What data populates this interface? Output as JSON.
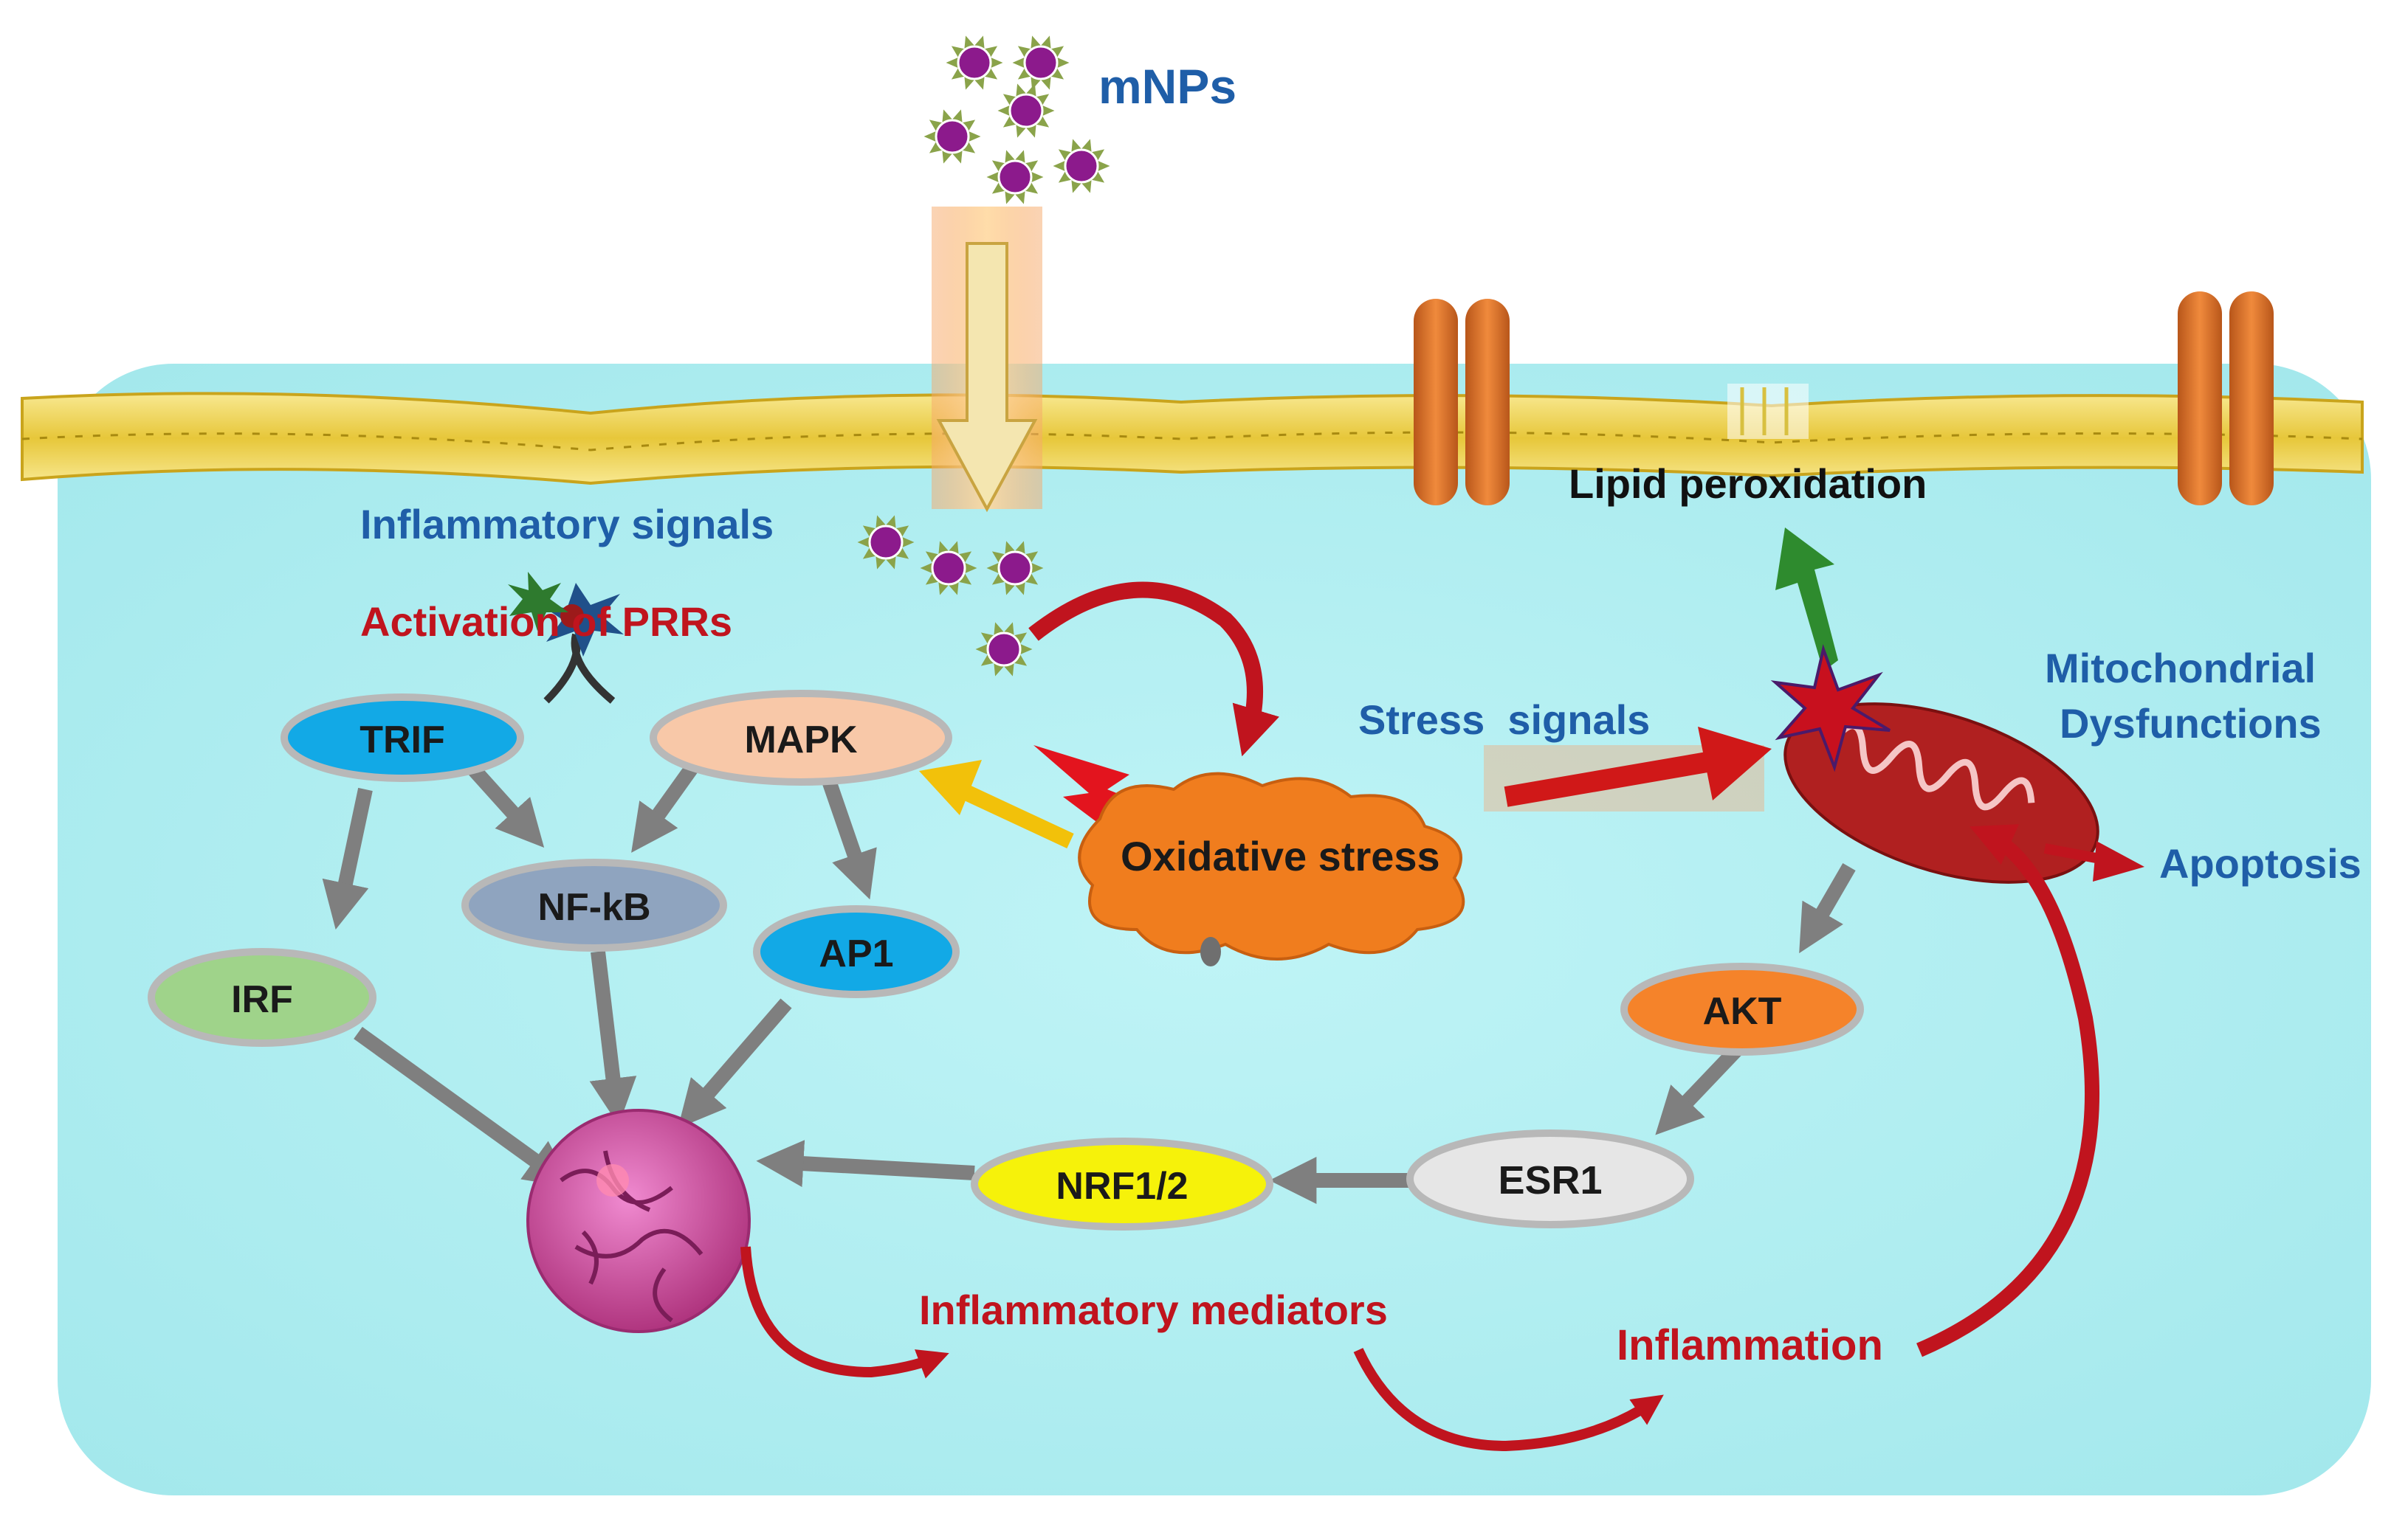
{
  "title_label": "mNPs",
  "labels": {
    "inflammatory_signals": "Inflammatory signals",
    "activation_prrs": "Activation of PRRs",
    "lipid_peroxidation": "Lipid peroxidation",
    "mito_line1": "Mitochondrial",
    "mito_line2": "Dysfunctions",
    "stress_signals": "Stress  signals",
    "apoptosis": "Apoptosis",
    "oxidative_stress": "Oxidative stress",
    "inflammatory_mediators": "Inflammatory mediators",
    "inflammation": "Inflammation"
  },
  "nodes": {
    "trif": "TRIF",
    "mapk": "MAPK",
    "nfkb": "NF-kB",
    "ap1": "AP1",
    "irf": "IRF",
    "nrf": "NRF1/2",
    "esr1": "ESR1",
    "akt": "AKT"
  },
  "colors": {
    "cell_fill": "#b4f0f2",
    "membrane": "#f3da60",
    "label_blue": "#1f5ea8",
    "label_red": "#c0141e",
    "arrow_grey": "#7f7f7f",
    "trif": "#12a9e6",
    "mapk": "#f8c8a8",
    "nfkb": "#8fa4bf",
    "ap1": "#12a9e6",
    "irf": "#9fd38a",
    "nrf": "#f6f20a",
    "esr1": "#e6e6e6",
    "akt": "#f5832a",
    "nucleus": "#c8489c",
    "mitochondrion": "#b02020",
    "oxidative_cloud": "#f07d1e",
    "lipid_arrow": "#2e8b2e"
  },
  "icons": [
    "nanoparticle-icon",
    "receptor-icon",
    "ion-channel-icon",
    "nucleus-icon",
    "mitochondrion-icon",
    "lightning-icon",
    "cloud-icon"
  ]
}
